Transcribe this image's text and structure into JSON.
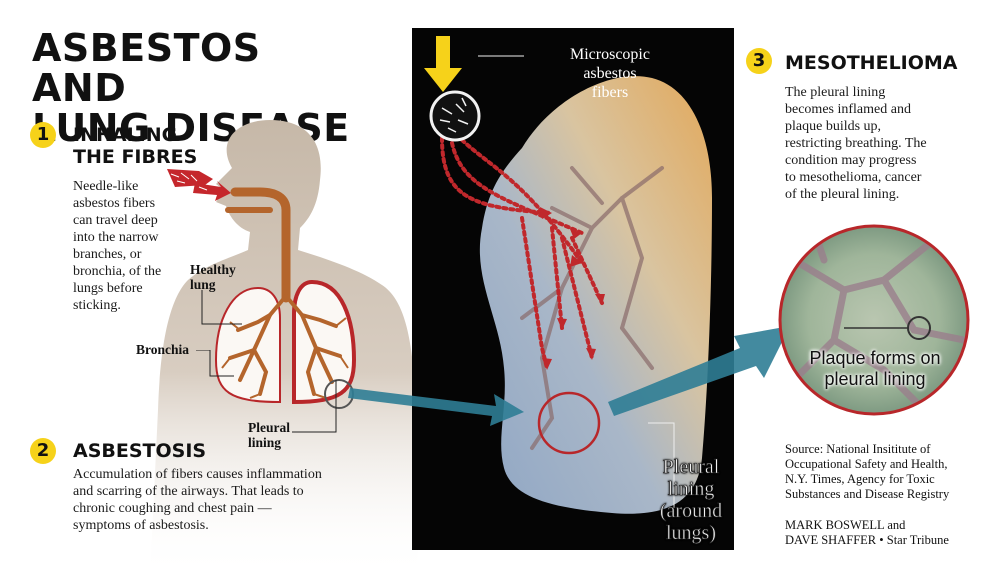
{
  "title": {
    "line1": "ASBESTOS AND",
    "line2": "LUNG DISEASE"
  },
  "sections": [
    {
      "number": "1",
      "heading_line1": "INHALING",
      "heading_line2": "THE FIBRES",
      "body_lines": [
        "Needle-like",
        "asbestos fibers",
        "can travel deep",
        "into the narrow",
        "branches, or",
        "bronchia, of the",
        "lungs before",
        "sticking."
      ]
    },
    {
      "number": "2",
      "heading_line1": "ASBESTOSIS",
      "body_lines": [
        "Accumulation of fibers causes inflammation",
        "and scarring of the airways. That leads to",
        "chronic coughing and chest pain —",
        "symptoms of asbestosis."
      ]
    },
    {
      "number": "3",
      "heading_line1": "MESOTHELIOMA",
      "body_lines": [
        "The pleural lining",
        "becomes inflamed and",
        "plaque builds up,",
        "restricting breathing. The",
        "condition may progress",
        "to mesothelioma, cancer",
        "of the pleural lining."
      ]
    }
  ],
  "labels": {
    "healthy_lung_1": "Healthy",
    "healthy_lung_2": "lung",
    "bronchia": "Bronchia",
    "pleural_1": "Pleural",
    "pleural_2": "lining",
    "micro_1": "Microscopic",
    "micro_2": "asbestos",
    "micro_3": "fibers",
    "pleural_big_1": "Pleural",
    "pleural_big_2": "lining",
    "pleural_big_3": "(around",
    "pleural_big_4": "lungs)",
    "plaque_1": "Plaque forms on",
    "plaque_2": "pleural lining"
  },
  "source_lines": [
    "Source: National Insititute of",
    "Occupational Safety and Health,",
    "N.Y. Times, Agency for Toxic",
    "Substances and Disease Registry"
  ],
  "credit_lines": [
    "MARK BOSWELL and",
    "DAVE SHAFFER •  Star Tribune"
  ],
  "colors": {
    "accent_yellow": "#f6d21a",
    "arrow_teal": "#2f7d95",
    "fiber_red": "#b8272a",
    "bronchia_brown": "#b4652c",
    "silhouette": "#c9bcae"
  },
  "icons": [
    "yellow-down-arrow",
    "teal-arrow",
    "red-dotted-fiber-paths",
    "magnifier-circle"
  ]
}
